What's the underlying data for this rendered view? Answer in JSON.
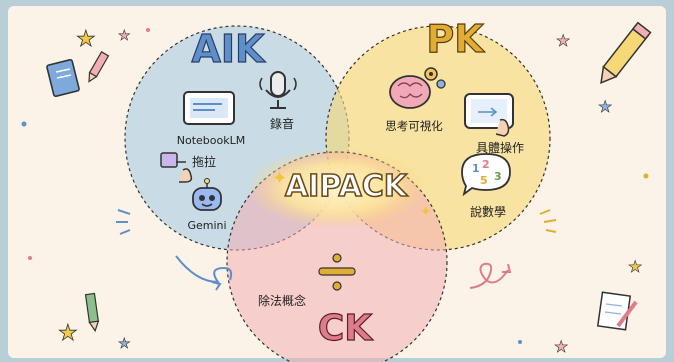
{
  "colors": {
    "aik": "#a9cde3",
    "pk": "#f6d877",
    "ck": "#f2aeb4",
    "aik_title": "#5e8fcb",
    "pk_title": "#e1ad35",
    "ck_title": "#de7d89",
    "text": "#222222",
    "paper": "#fbf3e7"
  },
  "circles": {
    "aik": {
      "title": "AIK"
    },
    "pk": {
      "title": "PK"
    },
    "ck": {
      "title": "CK"
    }
  },
  "center": {
    "title": "AIPACK"
  },
  "aik_items": [
    {
      "label": "NotebookLM",
      "icon": "tablet-notebook-icon"
    },
    {
      "label": "錄音",
      "icon": "microphone-icon"
    },
    {
      "label": "拖拉",
      "icon": "drag-drop-icon"
    },
    {
      "label": "Gemini",
      "icon": "gemini-robot-icon"
    }
  ],
  "pk_items": [
    {
      "label": "思考可視化",
      "icon": "brain-gears-icon"
    },
    {
      "label": "具體操作",
      "icon": "touch-tablet-icon"
    },
    {
      "label": "說數學",
      "icon": "speech-numbers-icon"
    }
  ],
  "ck_items": [
    {
      "label": "除法概念",
      "icon": "division-sign-icon"
    }
  ],
  "bubble_digits": [
    "1",
    "2",
    "5",
    "3"
  ]
}
